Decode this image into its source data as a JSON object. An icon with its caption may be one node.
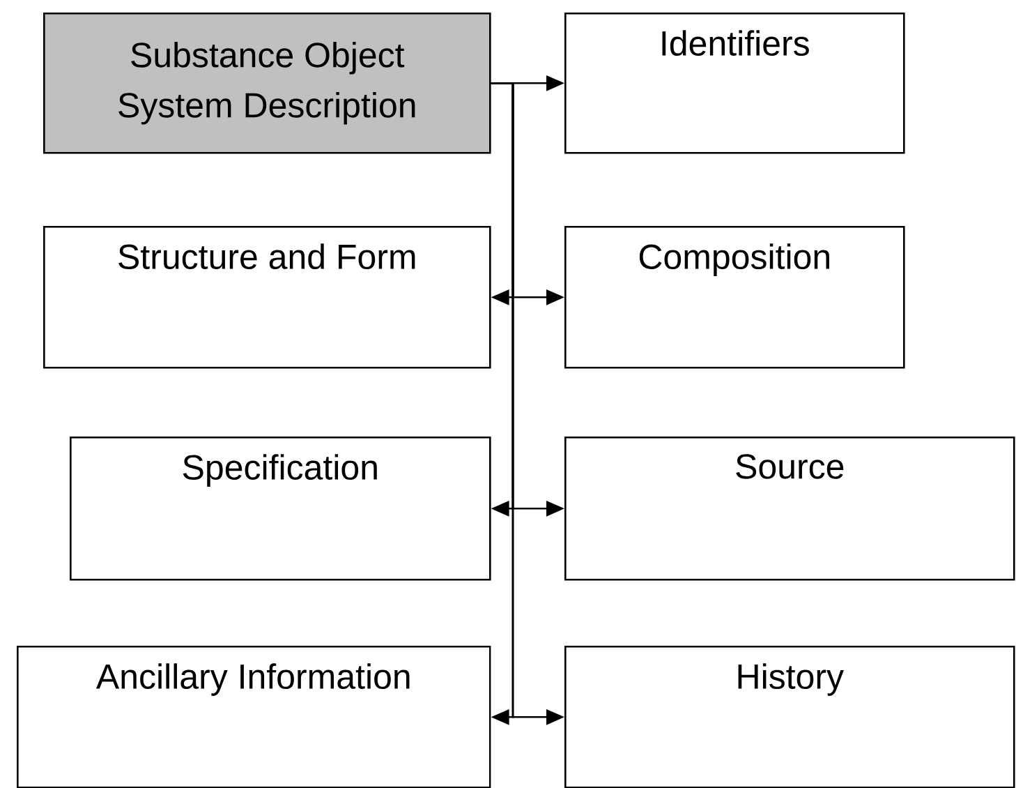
{
  "diagram": {
    "nodes": [
      {
        "text": [
          "Substance Object System Description"
        ]
      },
      {
        "text": [
          "Identifiers"
        ]
      },
      {
        "text": [
          "Structure and Form"
        ]
      },
      {
        "text": [
          "Composition"
        ]
      },
      {
        "text": [
          "Specification"
        ]
      },
      {
        "text": [
          "Source"
        ]
      },
      {
        "text": [
          "Ancillary Information"
        ]
      },
      {
        "text": [
          "History"
        ]
      }
    ],
    "edges": [
      {
        "from": 0,
        "to": 1,
        "arrow": "to"
      },
      {
        "from": 0,
        "to": 2,
        "arrow": "to"
      },
      {
        "from": 0,
        "to": 3,
        "arrow": "to"
      },
      {
        "from": 0,
        "to": 4,
        "arrow": "to"
      },
      {
        "from": 0,
        "to": 5,
        "arrow": "to"
      },
      {
        "from": 0,
        "to": 6,
        "arrow": "to"
      },
      {
        "from": 0,
        "to": 7,
        "arrow": "to"
      }
    ]
  }
}
